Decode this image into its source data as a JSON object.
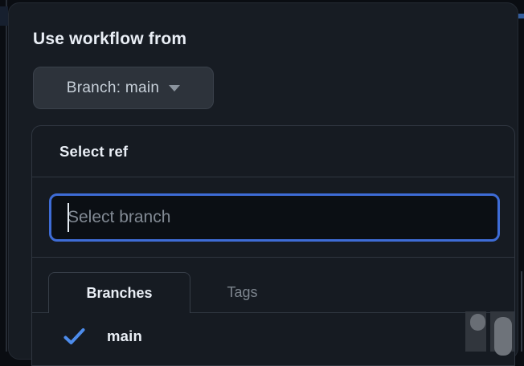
{
  "colors": {
    "page_background": "#0a0d12",
    "modal_background": "#171c23",
    "panel_background": "#161b22",
    "border": "#2f3640",
    "accent_focus_border": "#3e6cd6",
    "check_blue": "#4d8ceb",
    "button_background": "#2d333b",
    "text_primary": "#e9eef5",
    "text_secondary": "#7d858e"
  },
  "icons": {
    "branch_button_caret": "chevron-down-icon",
    "selected_ref_check": "check-icon",
    "input_cursor": "text-cursor"
  },
  "workflow_dialog": {
    "title": "Use workflow from",
    "branch_button": {
      "label": "Branch: main"
    },
    "ref_selector": {
      "title": "Select ref",
      "search": {
        "placeholder": "Select branch",
        "value": ""
      },
      "tabs": [
        {
          "label": "Branches",
          "active": true
        },
        {
          "label": "Tags",
          "active": false
        }
      ],
      "items": [
        {
          "label": "main",
          "selected": true
        }
      ]
    }
  }
}
